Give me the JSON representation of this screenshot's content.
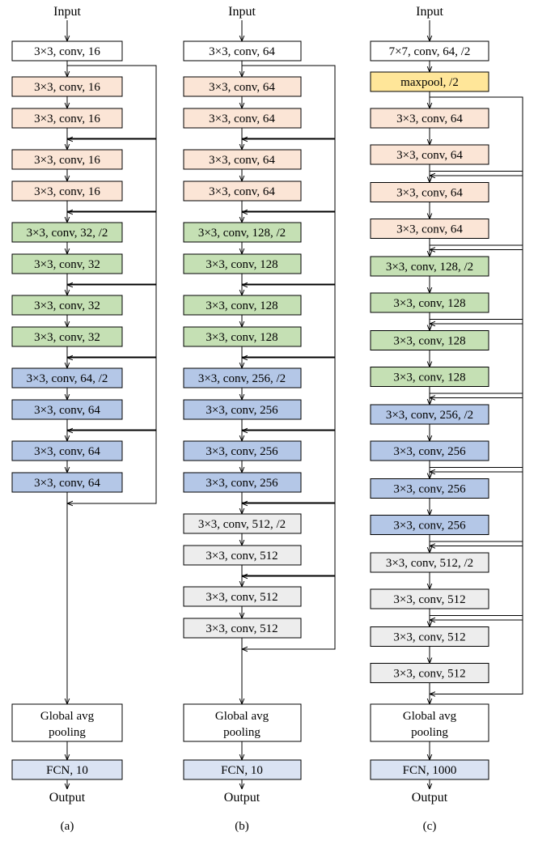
{
  "colors": {
    "white": "#ffffff",
    "peach": "#fbe5d6",
    "green": "#c5e0b4",
    "blue": "#b4c7e7",
    "gray": "#ededed",
    "yellow": "#ffe699",
    "light_blue": "#dae3f3"
  },
  "columns": [
    {
      "caption": "(a)",
      "input_label": "Input",
      "output_label": "Output",
      "stem": [
        {
          "label": "3×3, conv, 16",
          "color": "white"
        }
      ],
      "blocks": [
        [
          {
            "label": "3×3, conv, 16",
            "color": "peach"
          },
          {
            "label": "3×3, conv, 16",
            "color": "peach"
          }
        ],
        [
          {
            "label": "3×3, conv, 16",
            "color": "peach"
          },
          {
            "label": "3×3, conv, 16",
            "color": "peach"
          }
        ],
        [
          {
            "label": "3×3, conv, 32, /2",
            "color": "green"
          },
          {
            "label": "3×3, conv, 32",
            "color": "green"
          }
        ],
        [
          {
            "label": "3×3, conv, 32",
            "color": "green"
          },
          {
            "label": "3×3, conv, 32",
            "color": "green"
          }
        ],
        [
          {
            "label": "3×3, conv, 64, /2",
            "color": "blue"
          },
          {
            "label": "3×3, conv, 64",
            "color": "blue"
          }
        ],
        [
          {
            "label": "3×3, conv, 64",
            "color": "blue"
          },
          {
            "label": "3×3, conv, 64",
            "color": "blue"
          }
        ]
      ],
      "pool_label": [
        "Global avg",
        "pooling"
      ],
      "fc": {
        "label": "FCN, 10",
        "color": "light_blue"
      }
    },
    {
      "caption": "(b)",
      "input_label": "Input",
      "output_label": "Output",
      "stem": [
        {
          "label": "3×3, conv, 64",
          "color": "white"
        }
      ],
      "blocks": [
        [
          {
            "label": "3×3, conv, 64",
            "color": "peach"
          },
          {
            "label": "3×3, conv, 64",
            "color": "peach"
          }
        ],
        [
          {
            "label": "3×3, conv, 64",
            "color": "peach"
          },
          {
            "label": "3×3, conv, 64",
            "color": "peach"
          }
        ],
        [
          {
            "label": "3×3, conv, 128, /2",
            "color": "green"
          },
          {
            "label": "3×3, conv, 128",
            "color": "green"
          }
        ],
        [
          {
            "label": "3×3, conv, 128",
            "color": "green"
          },
          {
            "label": "3×3, conv, 128",
            "color": "green"
          }
        ],
        [
          {
            "label": "3×3, conv, 256, /2",
            "color": "blue"
          },
          {
            "label": "3×3, conv, 256",
            "color": "blue"
          }
        ],
        [
          {
            "label": "3×3, conv, 256",
            "color": "blue"
          },
          {
            "label": "3×3, conv, 256",
            "color": "blue"
          }
        ],
        [
          {
            "label": "3×3, conv, 512, /2",
            "color": "gray"
          },
          {
            "label": "3×3, conv, 512",
            "color": "gray"
          }
        ],
        [
          {
            "label": "3×3, conv, 512",
            "color": "gray"
          },
          {
            "label": "3×3, conv, 512",
            "color": "gray"
          }
        ]
      ],
      "pool_label": [
        "Global avg",
        "pooling"
      ],
      "fc": {
        "label": "FCN, 10",
        "color": "light_blue"
      }
    },
    {
      "caption": "(c)",
      "input_label": "Input",
      "output_label": "Output",
      "stem": [
        {
          "label": "7×7, conv, 64, /2",
          "color": "white"
        },
        {
          "label": "maxpool, /2",
          "color": "yellow"
        }
      ],
      "blocks": [
        [
          {
            "label": "3×3, conv, 64",
            "color": "peach"
          },
          {
            "label": "3×3, conv, 64",
            "color": "peach"
          }
        ],
        [
          {
            "label": "3×3, conv, 64",
            "color": "peach"
          },
          {
            "label": "3×3, conv, 64",
            "color": "peach"
          }
        ],
        [
          {
            "label": "3×3, conv, 128, /2",
            "color": "green"
          },
          {
            "label": "3×3, conv, 128",
            "color": "green"
          }
        ],
        [
          {
            "label": "3×3, conv, 128",
            "color": "green"
          },
          {
            "label": "3×3, conv, 128",
            "color": "green"
          }
        ],
        [
          {
            "label": "3×3, conv, 256, /2",
            "color": "blue"
          },
          {
            "label": "3×3, conv, 256",
            "color": "blue"
          }
        ],
        [
          {
            "label": "3×3, conv, 256",
            "color": "blue"
          },
          {
            "label": "3×3, conv, 256",
            "color": "blue"
          }
        ],
        [
          {
            "label": "3×3, conv, 512, /2",
            "color": "gray"
          },
          {
            "label": "3×3, conv, 512",
            "color": "gray"
          }
        ],
        [
          {
            "label": "3×3, conv, 512",
            "color": "gray"
          },
          {
            "label": "3×3, conv, 512",
            "color": "gray"
          }
        ]
      ],
      "pool_label": [
        "Global avg",
        "pooling"
      ],
      "fc": {
        "label": "FCN, 1000",
        "color": "light_blue"
      }
    }
  ]
}
